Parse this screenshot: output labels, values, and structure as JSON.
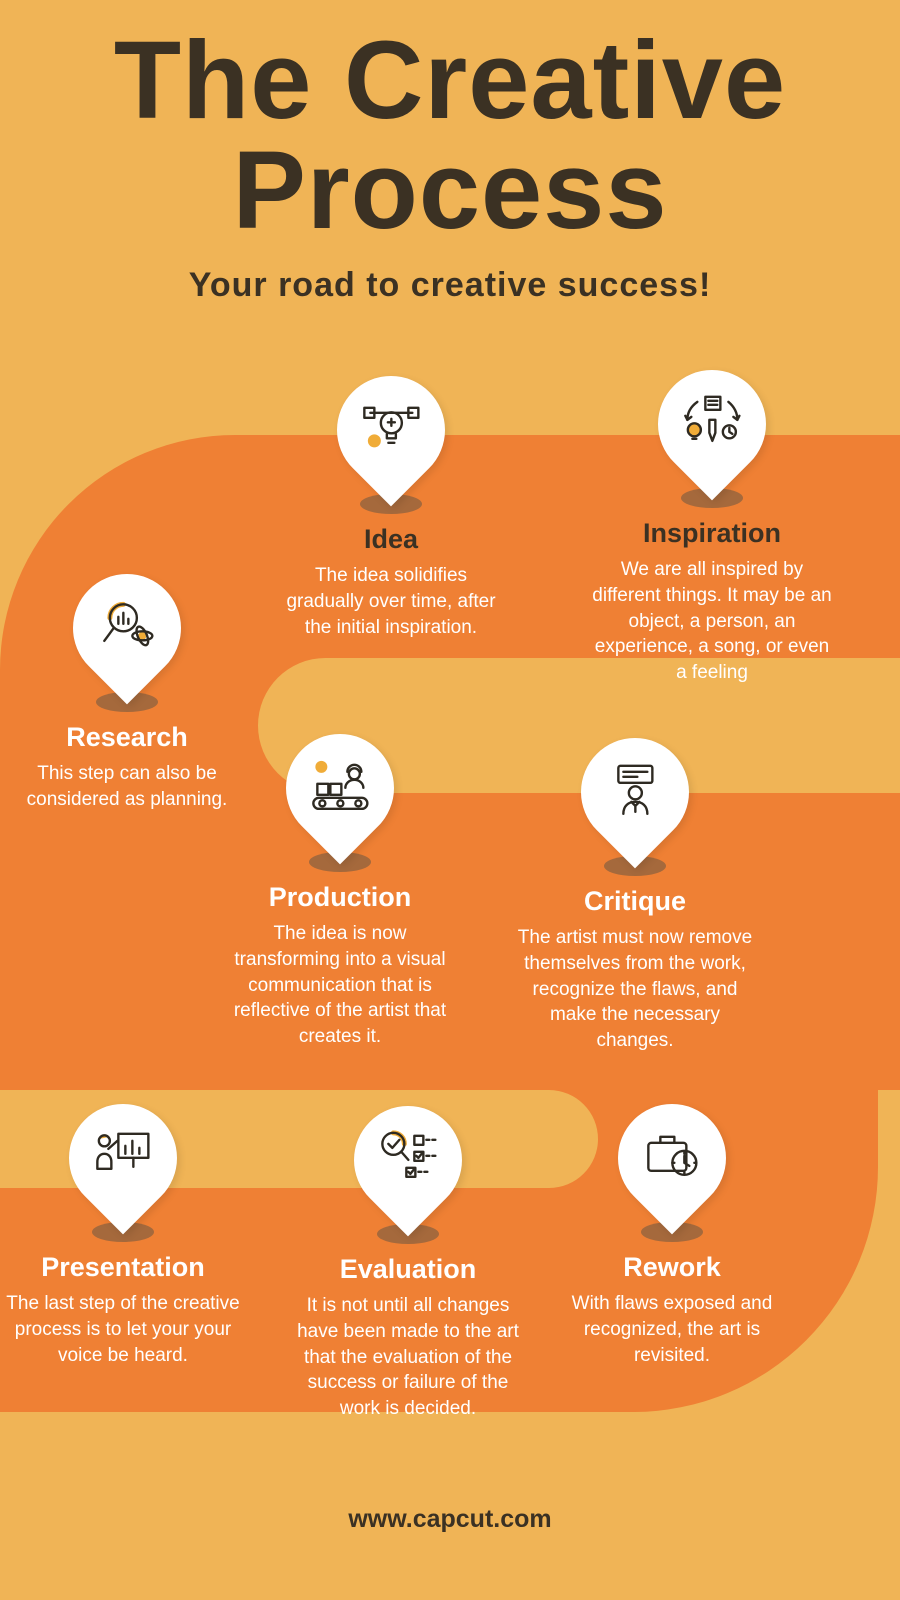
{
  "page": {
    "title_line1": "The Creative",
    "title_line2": "Process",
    "subtitle": "Your road to creative success!",
    "footer": "www.capcut.com"
  },
  "colors": {
    "background": "#F0B456",
    "road": "#EF8034",
    "ink": "#3B3123",
    "pin": "#FFFFFF",
    "pin_shadow": "#A5693C",
    "accent": "#F0AC38"
  },
  "steps": [
    {
      "title": "Idea",
      "icon": "idea-icon",
      "description": "The idea solidifies gradually over time, after the initial inspiration."
    },
    {
      "title": "Inspiration",
      "icon": "inspiration-icon",
      "description": "We are all inspired by different things.  It may be an object, a person, an experience, a song, or even a feeling"
    },
    {
      "title": "Research",
      "icon": "research-icon",
      "description": "This step can also be considered as planning."
    },
    {
      "title": "Production",
      "icon": "production-icon",
      "description": "The idea is now transforming into a visual communication that is reflective of the artist that creates it."
    },
    {
      "title": "Critique",
      "icon": "critique-icon",
      "description": "The artist must now remove themselves from the work, recognize the flaws, and make the necessary changes."
    },
    {
      "title": "Presentation",
      "icon": "presentation-icon",
      "description": "The last step of the creative process is to let your your voice be heard."
    },
    {
      "title": "Evaluation",
      "icon": "evaluation-icon",
      "description": "It is not until all changes have been made to the art that the evaluation of the success or failure of the work is decided."
    },
    {
      "title": "Rework",
      "icon": "rework-icon",
      "description": "With flaws exposed and recognized, the art is revisited."
    }
  ]
}
